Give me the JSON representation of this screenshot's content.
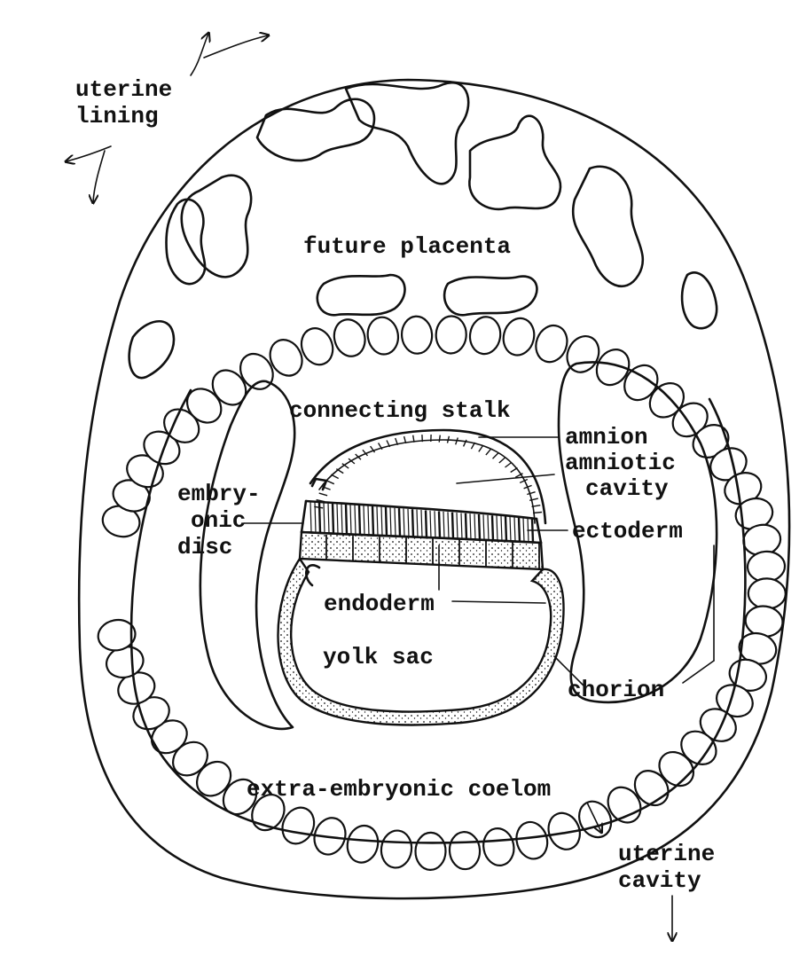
{
  "labels": {
    "uterine_lining": [
      "uterine",
      "lining"
    ],
    "future_placenta": "future placenta",
    "connecting_stalk": "connecting stalk",
    "amnion": "amnion",
    "amniotic_cavity": [
      "amniotic",
      "cavity"
    ],
    "embryonic_disc": [
      "embry-",
      "onic",
      "disc"
    ],
    "ectoderm": "ectoderm",
    "endoderm": "endoderm",
    "yolk_sac": "yolk sac",
    "chorion": "chorion",
    "extra_embryonic_coelom": "extra-embryonic coelom",
    "uterine_cavity": [
      "uterine",
      "cavity"
    ]
  },
  "colors": {
    "ink": "#111111",
    "paper": "#ffffff"
  }
}
